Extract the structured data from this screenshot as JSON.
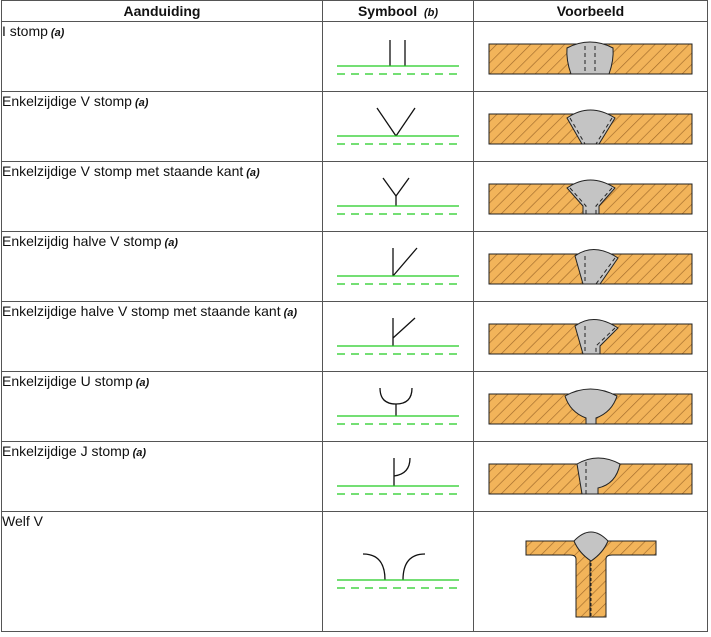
{
  "header": {
    "col1": "Aanduiding",
    "col2": "Symbool",
    "col2_note": "(b)",
    "col3": "Voorbeeld"
  },
  "rows": [
    {
      "name": "I stomp",
      "note": "(a)"
    },
    {
      "name": "Enkelzijdige V stomp",
      "note": "(a)"
    },
    {
      "name": "Enkelzijdige V stomp met staande kant",
      "note": "(a)"
    },
    {
      "name": "Enkelzijdig halve V stomp",
      "note": "(a)"
    },
    {
      "name": "Enkelzijdige halve V stomp met staande kant",
      "note": "(a)"
    },
    {
      "name": "Enkelzijdige U stomp",
      "note": "(a)"
    },
    {
      "name": "Enkelzijdige J stomp",
      "note": "(a)"
    },
    {
      "name": "Welf V",
      "note": ""
    }
  ],
  "colors": {
    "reference_line": "#22cc22",
    "plate_fill": "#f2b45a",
    "plate_hatch": "#a0692a",
    "weld_fill": "#c4c4c4",
    "outline": "#222222"
  },
  "icons": [
    "i-butt-weld-symbol",
    "v-butt-weld-symbol",
    "y-butt-weld-symbol",
    "bevel-weld-symbol",
    "bevel-root-face-weld-symbol",
    "u-butt-weld-symbol",
    "j-butt-weld-symbol",
    "flare-v-weld-symbol"
  ]
}
